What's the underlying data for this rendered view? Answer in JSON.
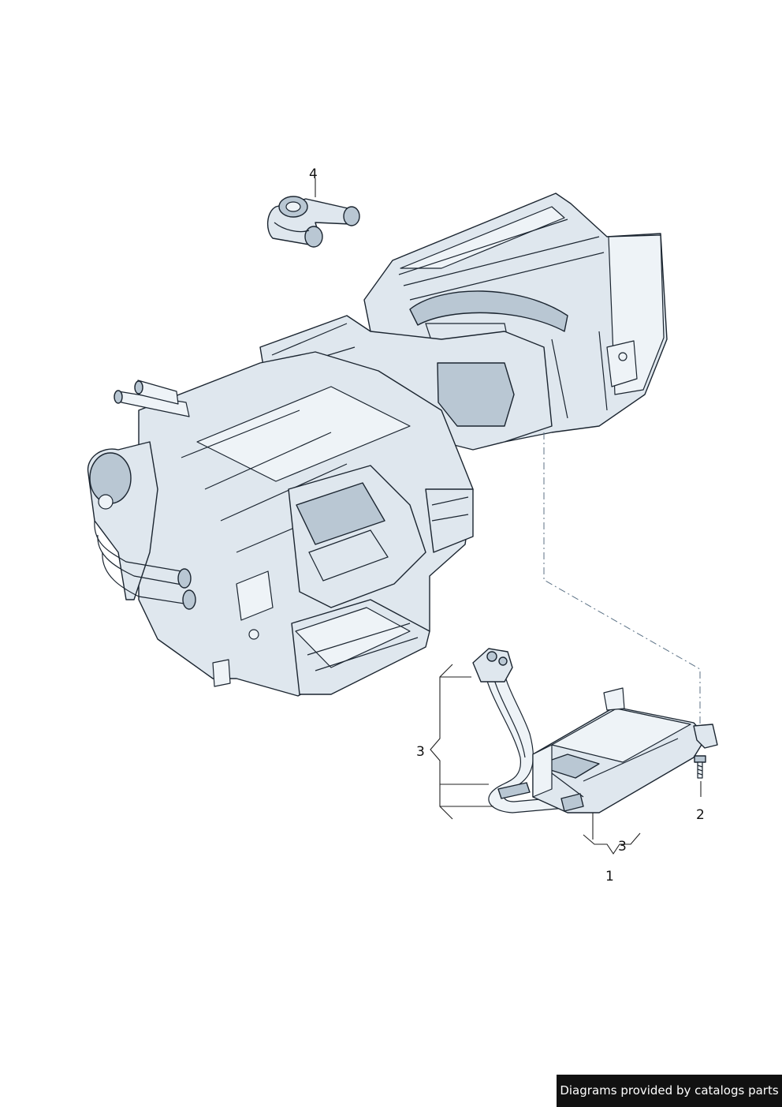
{
  "callouts": {
    "c1": "1",
    "c2": "2",
    "c3a": "3",
    "c3b": "3",
    "c4": "4"
  },
  "credit": "Diagrams provided by catalogs parts"
}
